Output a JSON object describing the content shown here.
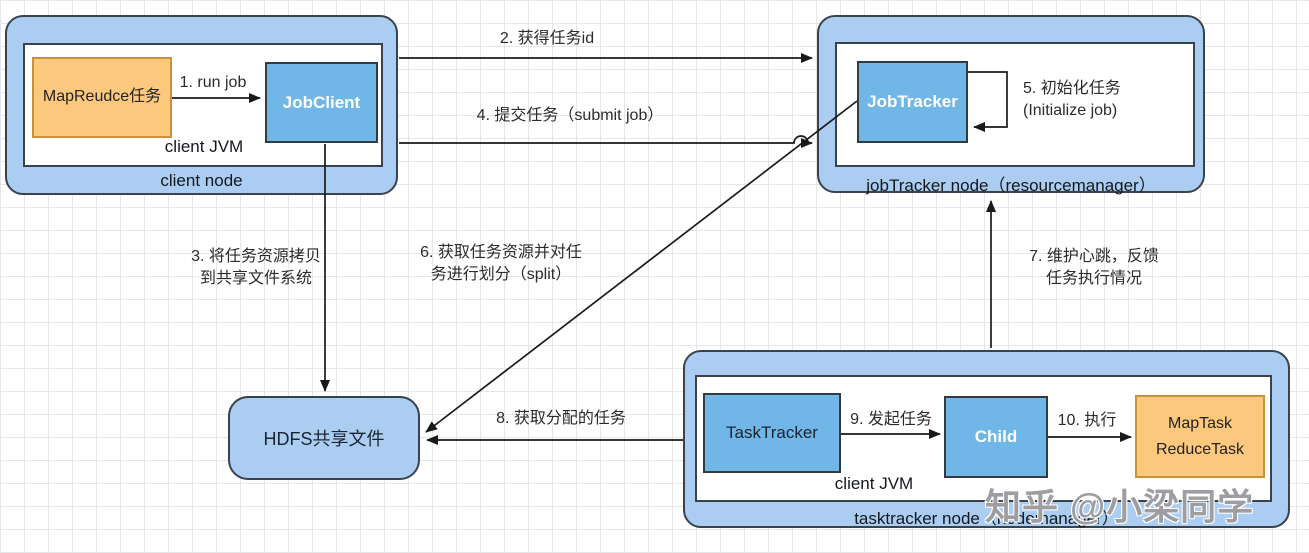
{
  "watermark": "知乎 @小梁同学",
  "colors": {
    "container_fill": "#aacdf1",
    "process_box_fill": "#70b7e8",
    "task_box_fill": "#fbc87d",
    "border_dark": "#3a424c",
    "line_color": "#1a1a1a",
    "grid_color": "#e5e6ea"
  },
  "client_node": {
    "label": "client node",
    "jvm_label": "client JVM",
    "mapreduce_box": "MapReudce任务",
    "jobclient_box": "JobClient"
  },
  "jobtracker_node": {
    "label": "jobTracker node（resourcemanager）",
    "jobtracker_box": "JobTracker"
  },
  "tasktracker_node": {
    "label": "tasktracker node（nodemanager）",
    "jvm_label": "client JVM",
    "tasktracker_box": "TaskTracker",
    "child_box": "Child",
    "map_task": "MapTask",
    "reduce_task": "ReduceTask"
  },
  "hdfs": {
    "label": "HDFS共享文件"
  },
  "edges": {
    "run_job": "1. run job",
    "get_job_id": "2. 获得任务id",
    "copy_resources_line1": "3. 将任务资源拷贝",
    "copy_resources_line2": "到共享文件系统",
    "submit_job": "4. 提交任务（submit job）",
    "init_job_line1": "5. 初始化任务",
    "init_job_line2": "(Initialize job)",
    "split_line1": "6. 获取任务资源并对任",
    "split_line2": "务进行划分（split）",
    "heartbeat_line1": "7. 维护心跳，反馈",
    "heartbeat_line2": "任务执行情况",
    "get_task": "8. 获取分配的任务",
    "launch_task": "9. 发起任务",
    "execute": "10. 执行"
  }
}
